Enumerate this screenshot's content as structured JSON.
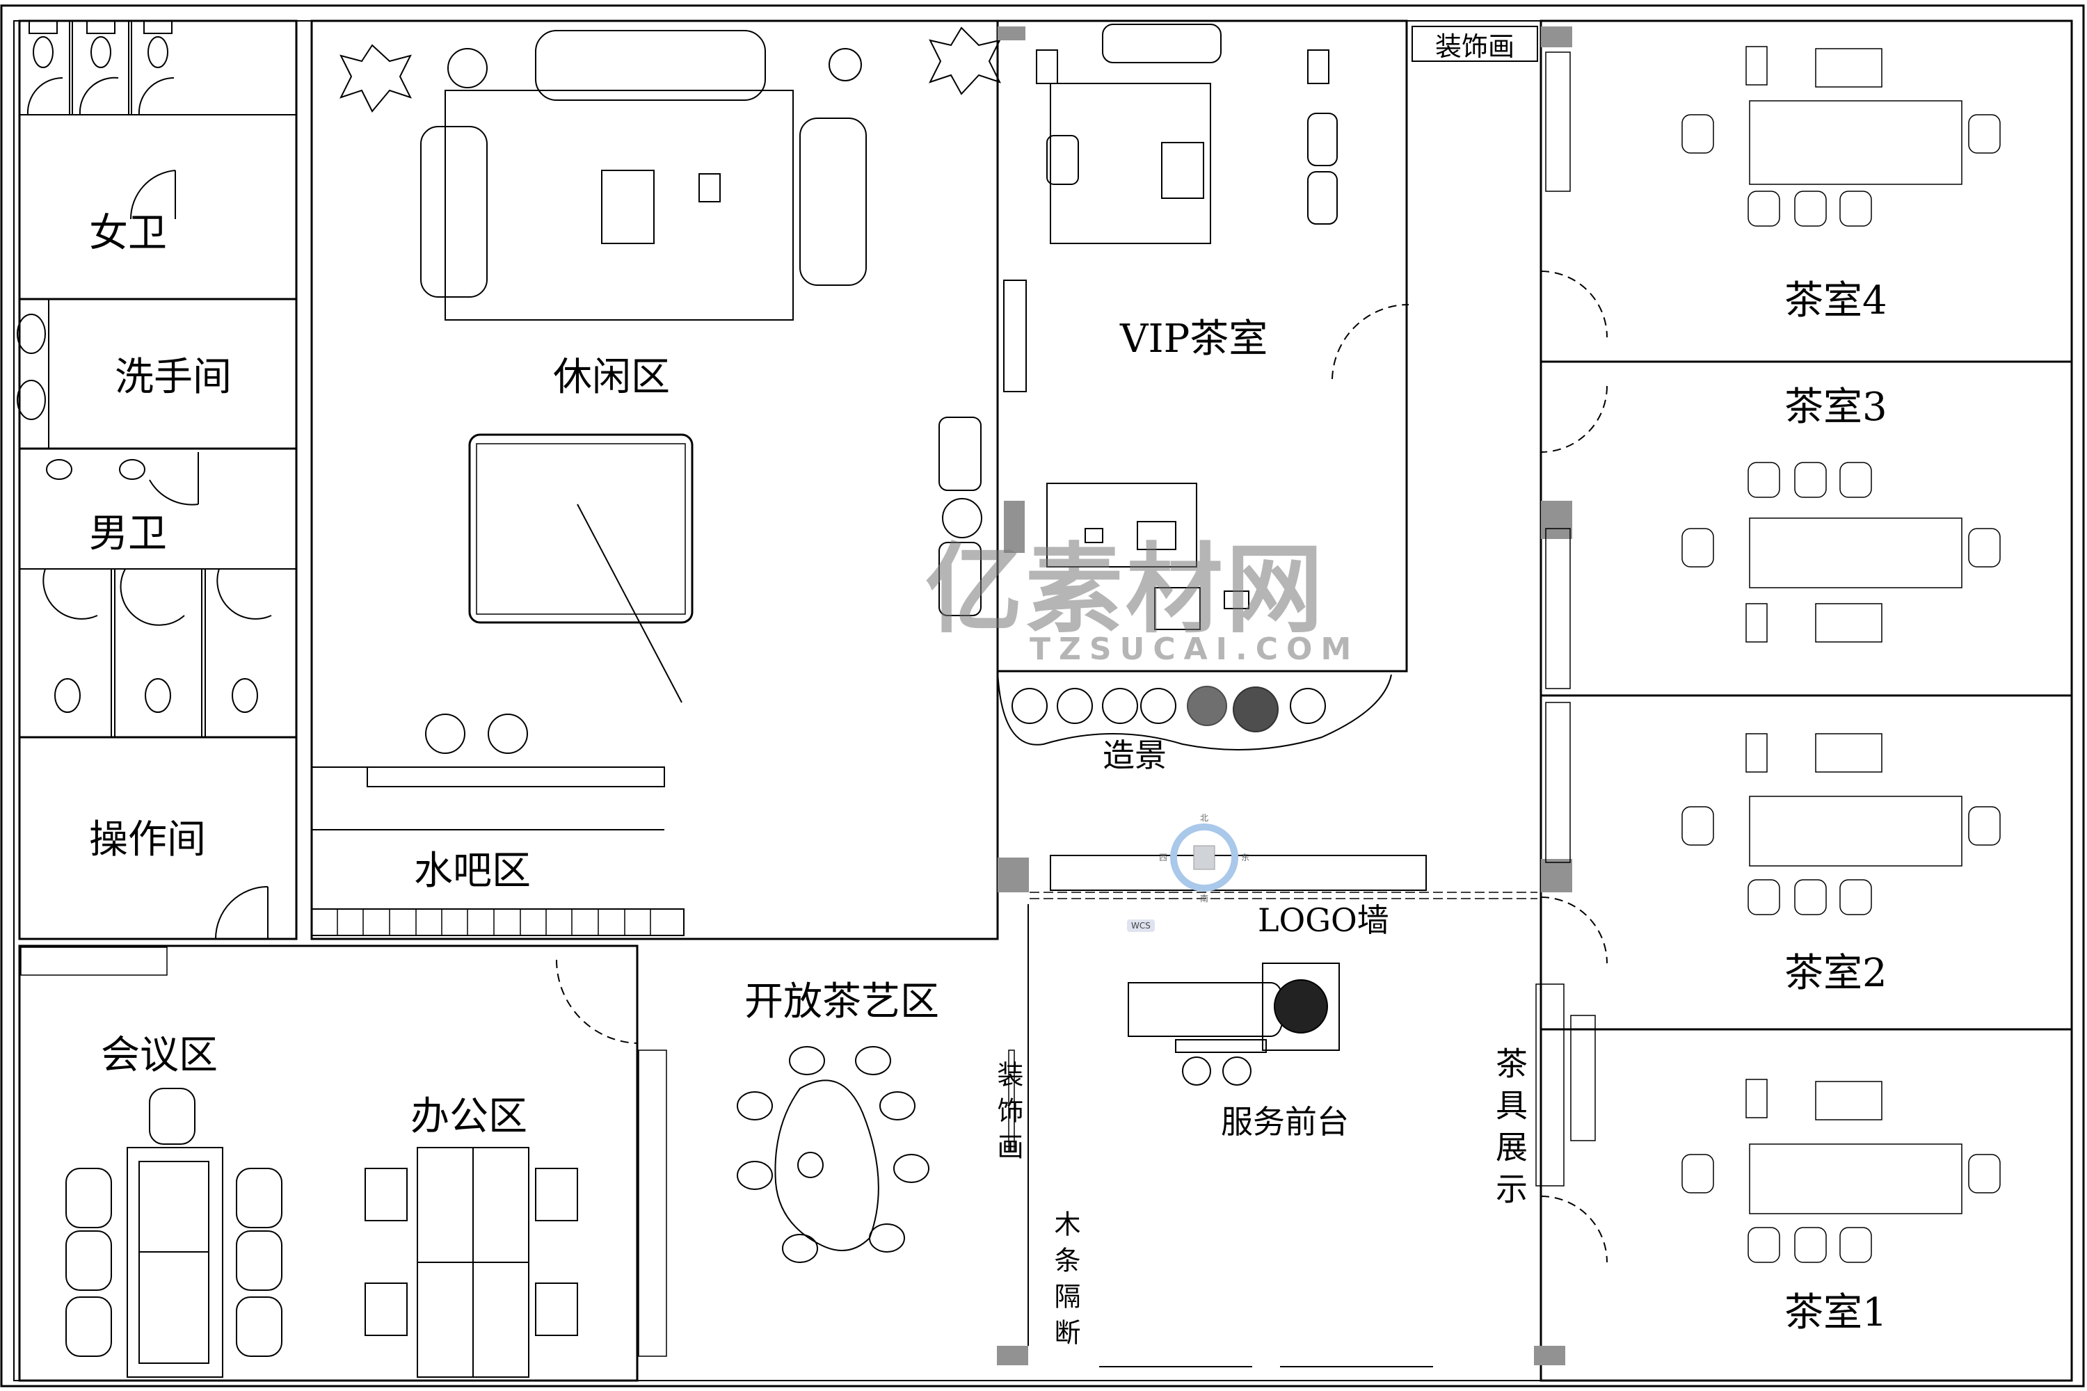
{
  "plan": {
    "rooms": {
      "womens_restroom": "女卫",
      "washroom": "洗手间",
      "mens_restroom": "男卫",
      "operation_room": "操作间",
      "leisure_area": "休闲区",
      "water_bar": "水吧区",
      "vip_tea_room": "VIP茶室",
      "decorative_painting_top": "装饰画",
      "landscape": "造景",
      "logo_wall": "LOGO墙",
      "service_desk": "服务前台",
      "open_tea_area": "开放茶艺区",
      "meeting_area": "会议区",
      "office_area": "办公区",
      "decorative_painting_side": "装饰画",
      "wood_partition": "木条隔断",
      "teaware_display": "茶具展示",
      "tea_room_4": "茶室4",
      "tea_room_3": "茶室3",
      "tea_room_2": "茶室2",
      "tea_room_1": "茶室1"
    },
    "watermark": {
      "cn": "亿素材网",
      "en": "TZSUCAI.COM"
    },
    "viewcube": {
      "north": "北",
      "south": "南",
      "east": "东",
      "west": "西",
      "wcs": "WCS"
    },
    "colors": {
      "line": "#000000",
      "column": "#929292",
      "viewcube_ring": "#a9c8ea"
    }
  }
}
